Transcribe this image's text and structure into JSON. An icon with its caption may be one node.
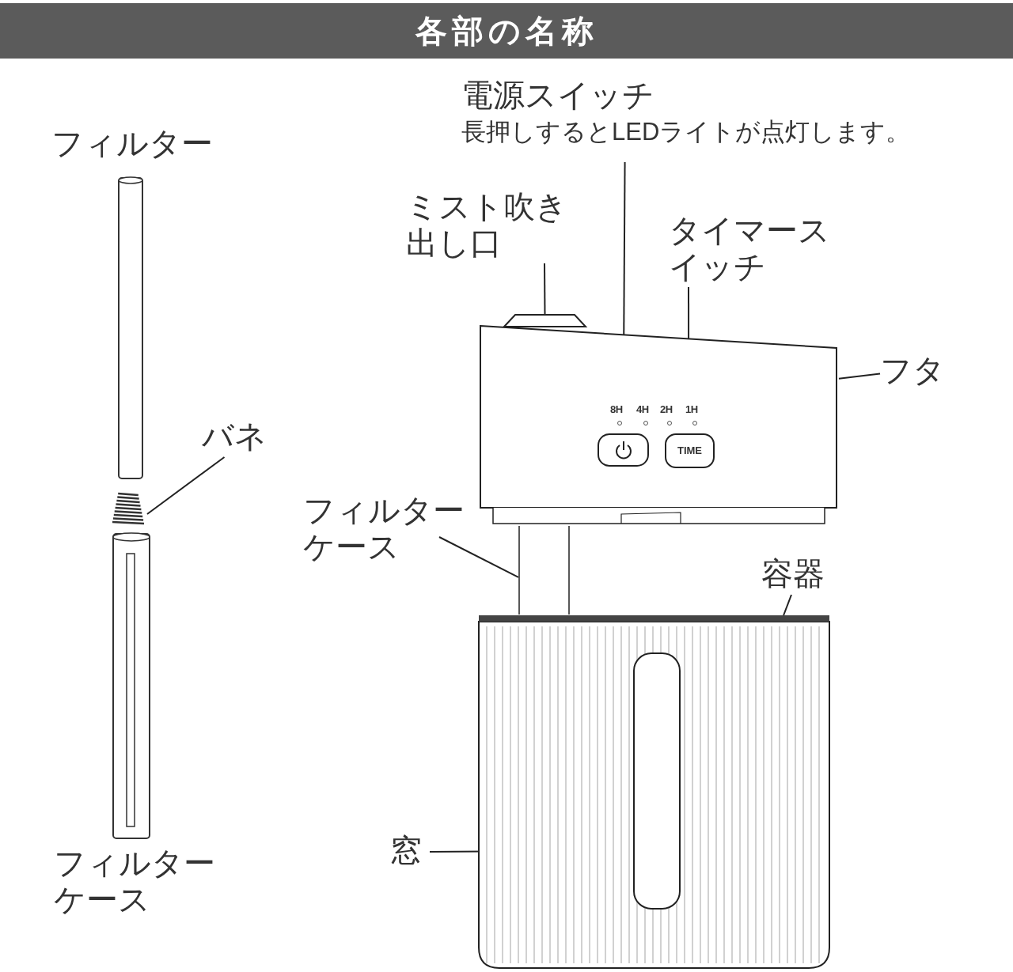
{
  "diagram": {
    "title": "各部の名称",
    "nodes": [
      {
        "text": [
          "電源スイッチ",
          "長押しするとLEDライトが点灯します。"
        ]
      },
      {
        "text": [
          "ミスト吹き出し口"
        ]
      },
      {
        "text": [
          "タイマースイッチ"
        ]
      },
      {
        "text": [
          "フタ"
        ]
      },
      {
        "text": [
          "バネ"
        ]
      },
      {
        "text": [
          "フィルターケース"
        ]
      },
      {
        "text": [
          "容器"
        ]
      },
      {
        "text": [
          "窓"
        ]
      },
      {
        "text": [],
        "shape": "box"
      },
      {
        "text": [],
        "shape": "trapezoid"
      },
      {
        "text": [],
        "shape": "box",
        "in": 8
      },
      {
        "text": [
          "TIME"
        ],
        "in": 8
      },
      {
        "text": [],
        "shape": "box"
      },
      {
        "text": [],
        "shape": "cylinder"
      },
      {
        "text": [],
        "shape": "box",
        "in": 13
      },
      {
        "text": [],
        "shape": "spring"
      }
    ],
    "edges": [
      {
        "from": 0,
        "to": 10,
        "arrow": "none"
      },
      {
        "from": 1,
        "to": 9,
        "arrow": "none"
      },
      {
        "from": 2,
        "to": 11,
        "arrow": "none"
      },
      {
        "from": 3,
        "to": 8,
        "arrow": "none"
      },
      {
        "from": 4,
        "to": 15,
        "arrow": "none"
      },
      {
        "from": 5,
        "to": 12,
        "arrow": "none"
      },
      {
        "from": 6,
        "to": 13,
        "arrow": "none"
      },
      {
        "from": 7,
        "to": 14,
        "arrow": "none"
      }
    ],
    "labels": [
      "フィルター",
      "8H",
      "4H",
      "2H",
      "1H",
      "フィルターケース"
    ]
  }
}
